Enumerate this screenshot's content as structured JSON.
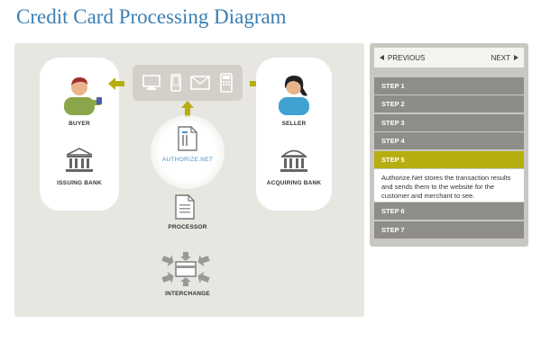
{
  "page": {
    "title": "Credit Card Processing Diagram"
  },
  "diagram": {
    "buyer_label": "BUYER",
    "issuing_bank_label": "ISSUING BANK",
    "seller_label": "SELLER",
    "acquiring_bank_label": "ACQUIRING BANK",
    "gateway_label": "AUTHORIZE.NET",
    "processor_label": "PROCESSOR",
    "interchange_label": "INTERCHANGE",
    "devices": [
      "desktop-icon",
      "mobile-phone-icon",
      "email-icon",
      "terminal-icon"
    ],
    "accent_color": "#b7ae12"
  },
  "steps_panel": {
    "previous_label": "PREVIOUS",
    "next_label": "NEXT",
    "steps": [
      {
        "label": "STEP 1"
      },
      {
        "label": "STEP 2"
      },
      {
        "label": "STEP 3"
      },
      {
        "label": "STEP 4"
      },
      {
        "label": "STEP 5",
        "active": true
      },
      {
        "label": "STEP 6"
      },
      {
        "label": "STEP 7"
      }
    ],
    "active_description": "Authorize.Net stores the transaction results and sends them to the website for the customer and merchant to see."
  }
}
